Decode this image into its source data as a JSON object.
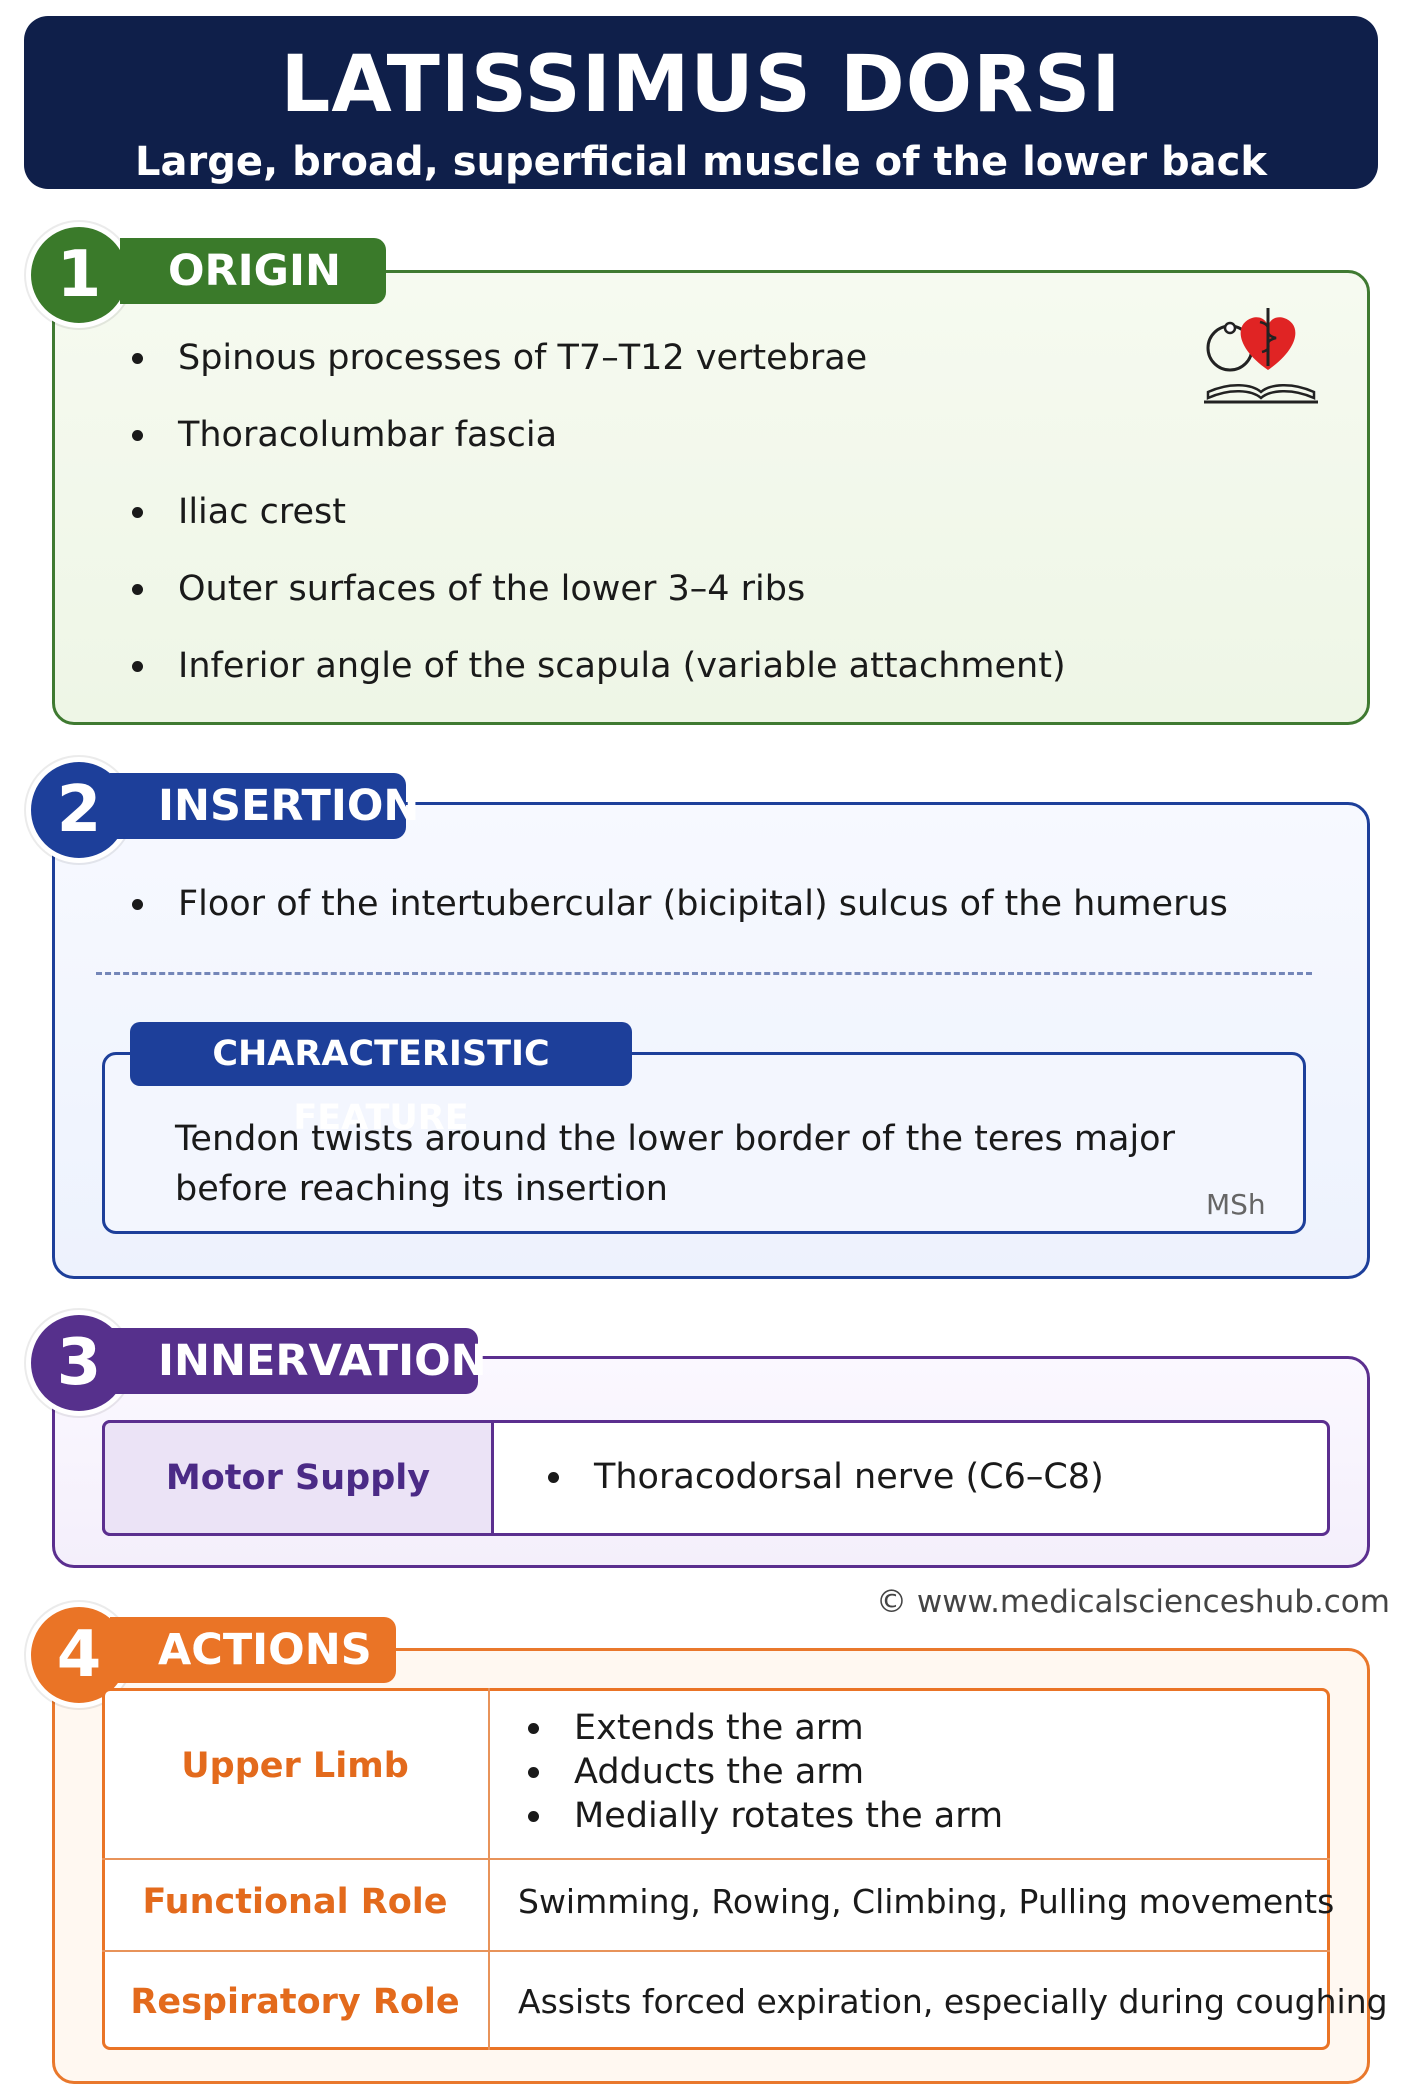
{
  "header": {
    "title": "LATISSIMUS DORSI",
    "subtitle": "Large, broad, superficial muscle of the lower back"
  },
  "colors": {
    "header_bg": "#0f1f4a",
    "origin": "#3a7a2a",
    "insertion": "#1d3f9a",
    "innervation": "#56308c",
    "actions": "#ea7426"
  },
  "sections": {
    "origin": {
      "number": "1",
      "title": "ORIGIN",
      "items": [
        "Spinous processes of T7–T12 vertebrae",
        "Thoracolumbar fascia",
        "Iliac crest",
        "Outer surfaces of the lower 3–4 ribs",
        "Inferior angle of the scapula (variable attachment)"
      ],
      "logo_icon": "caduceus-heart-book-icon"
    },
    "insertion": {
      "number": "2",
      "title": "INSERTION",
      "items": [
        "Floor of the intertubercular (bicipital) sulcus of the humerus"
      ],
      "feature": {
        "title": "CHARACTERISTIC FEATURE",
        "line1": "Tendon twists around the lower border of the teres major",
        "line2": "before reaching its insertion",
        "mark": "MSh"
      }
    },
    "innervation": {
      "number": "3",
      "title": "INNERVATION",
      "label": "Motor Supply",
      "items": [
        "Thoracodorsal nerve (C6–C8)"
      ]
    },
    "actions": {
      "number": "4",
      "title": "ACTIONS",
      "rows": [
        {
          "label": "Upper Limb",
          "items": [
            "Extends the arm",
            "Adducts the arm",
            "Medially rotates the arm"
          ]
        },
        {
          "label": "Functional Role",
          "text": "Swimming, Rowing, Climbing, Pulling movements"
        },
        {
          "label": "Respiratory Role",
          "text": "Assists forced expiration, especially during coughing"
        }
      ]
    }
  },
  "copyright": "© www.medicalscienceshub.com"
}
